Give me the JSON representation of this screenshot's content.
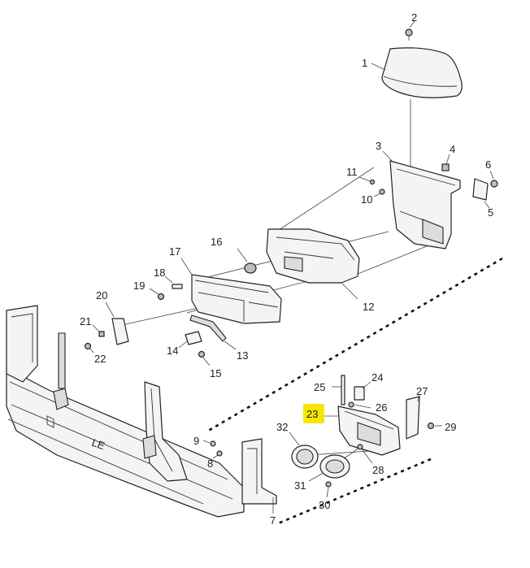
{
  "callouts": {
    "c1": "1",
    "c2": "2",
    "c3": "3",
    "c4": "4",
    "c5": "5",
    "c6": "6",
    "c7": "7",
    "c8": "8",
    "c9": "9",
    "c10": "10",
    "c11": "11",
    "c12": "12",
    "c13": "13",
    "c14": "14",
    "c15": "15",
    "c16": "16",
    "c17": "17",
    "c18": "18",
    "c19": "19",
    "c20": "20",
    "c21": "21",
    "c22": "22",
    "c23": "23",
    "c24": "24",
    "c25": "25",
    "c26": "26",
    "c27": "27",
    "c28": "28",
    "c29": "29",
    "c30": "30",
    "c31": "31",
    "c32": "32"
  },
  "highlighted_callout": "23",
  "colors": {
    "highlight": "#f7e600",
    "line": "#222222",
    "fill": "#f4f4f4"
  }
}
